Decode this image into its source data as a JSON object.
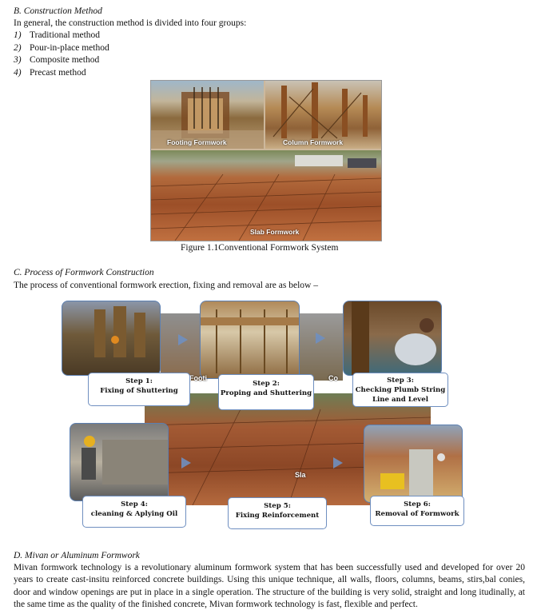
{
  "section_b": {
    "heading": "B.   Construction Method",
    "intro": "In general, the construction method is divided into four groups:",
    "items": [
      {
        "num": "1)",
        "text": "Traditional method"
      },
      {
        "num": "2)",
        "text": "Pour-in-place method"
      },
      {
        "num": "3)",
        "text": "Composite method"
      },
      {
        "num": "4)",
        "text": "Precast method"
      }
    ]
  },
  "figure1": {
    "labels": {
      "footing": "Footing  Formwork",
      "column": "Column Formwork",
      "slab": "Slab Formwork"
    },
    "caption": "Figure 1.1Conventional Formwork System"
  },
  "section_c": {
    "heading": "C.   Process of Formwork Construction",
    "intro": "The process of conventional formwork erection, fixing and removal are as below –"
  },
  "figure2": {
    "ghost_labels": [
      "Footi",
      "Co",
      "Sla"
    ],
    "steps": [
      {
        "title": "Step 1:",
        "desc": "Fixing of Shuttering"
      },
      {
        "title": "Step 2:",
        "desc": "Proping and Shuttering"
      },
      {
        "title": "Step 3:",
        "desc": "Checking Plumb String",
        "desc2": "Line and Level"
      },
      {
        "title": "Step 4:",
        "desc": "cleaning & Aplying Oil"
      },
      {
        "title": "Step 5:",
        "desc": "Fixing Reinforcement"
      },
      {
        "title": "Step 6:",
        "desc": "Removal of Formwork"
      }
    ]
  },
  "section_d": {
    "heading": "D.   Mivan or Aluminum Formwork",
    "paragraph": "Mivan formwork technology is a revolutionary aluminum formwork system that has been successfully used and developed for over 20 years to create cast-insitu reinforced concrete buildings. Using this unique technique, all walls, floors, columns, beams, stirs,bal conies, door and window openings are put in place in a single operation. The structure of the building is very solid, straight and long itudinally, at the same time as the quality of the finished concrete, Mivan formwork technology is fast, flexible and perfect."
  }
}
